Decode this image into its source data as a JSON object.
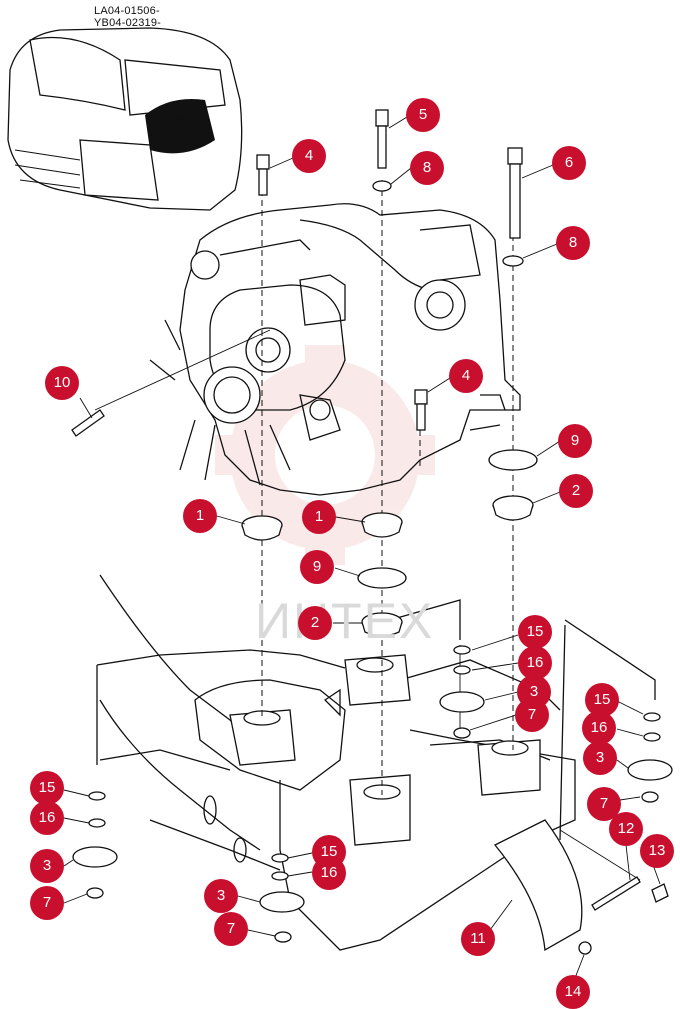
{
  "drawing_codes": [
    "LA04-01506-",
    "YB04-02319-"
  ],
  "watermark": "ИНТЕХ",
  "callout_color": "#c8102e",
  "callouts": [
    "1",
    "1",
    "2",
    "2",
    "3",
    "3",
    "3",
    "3",
    "4",
    "4",
    "5",
    "6",
    "7",
    "7",
    "7",
    "7",
    "8",
    "8",
    "9",
    "9",
    "10",
    "11",
    "12",
    "13",
    "14",
    "15",
    "15",
    "15",
    "15",
    "16",
    "16",
    "16",
    "16"
  ]
}
